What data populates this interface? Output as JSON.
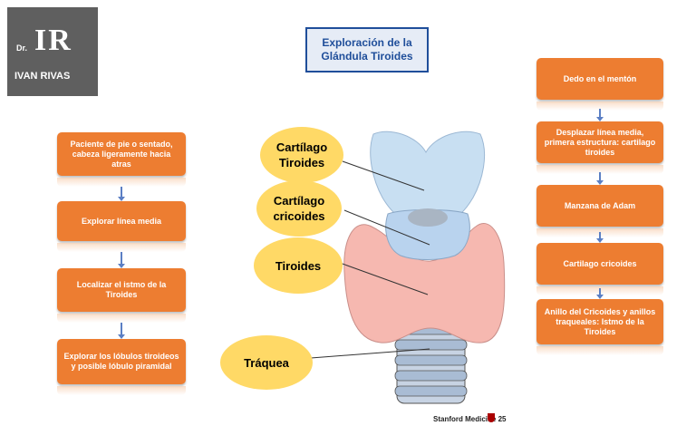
{
  "logo": {
    "prefix": "Dr.",
    "mark": "IR",
    "name": "IVAN RIVAS"
  },
  "title": "Exploración de la Glándula Tiroides",
  "left_steps": [
    "Paciente  de pie o sentado, cabeza ligeramente hacia atras",
    "Explorar línea media",
    "Localizar el istmo de la Tiroides",
    "Explorar los lóbulos tiroideos y posible lóbulo piramidal"
  ],
  "right_steps": [
    "Dedo en el mentón",
    "Desplazar línea media, primera estructura: cartilago tiroides",
    "Manzana de Adam",
    "Cartilago cricoides",
    "Anillo del Cricoides y anillos traqueales: Istmo de la Tiroides"
  ],
  "labels": {
    "tiroides_cart": "Cartílago Tiroides",
    "cricoides": "Cartílago cricoides",
    "tiroides": "Tiroides",
    "traquea": "Tráquea"
  },
  "credit": "Stanford Medicine 25",
  "colors": {
    "step": "#ed7d31",
    "title_border": "#1f4e9a",
    "bubble": "#ffd966"
  }
}
